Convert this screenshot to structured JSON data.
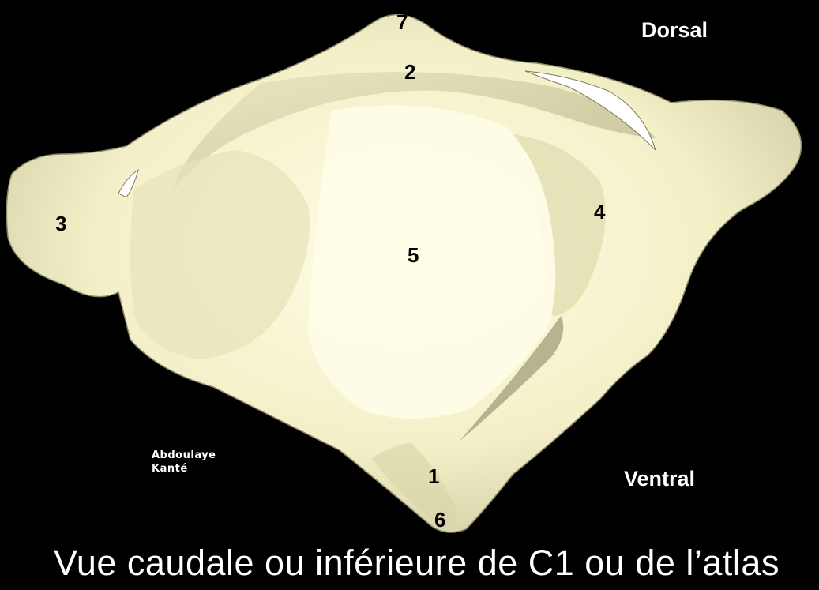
{
  "colors": {
    "background": "#000000",
    "bone": "#f6f3cf",
    "bone_shadow": "#b8b48c",
    "label_text": "#000000",
    "caption_text": "#ffffff"
  },
  "labels": {
    "l1": "1",
    "l2": "2",
    "l3": "3",
    "l4": "4",
    "l5": "5",
    "l6": "6",
    "l7": "7"
  },
  "orientation": {
    "dorsal": "Dorsal",
    "ventral": "Ventral"
  },
  "author": {
    "line1": "Abdoulaye",
    "line2": "Kanté"
  },
  "caption": "Vue caudale ou inférieure de C1 ou de l’atlas"
}
